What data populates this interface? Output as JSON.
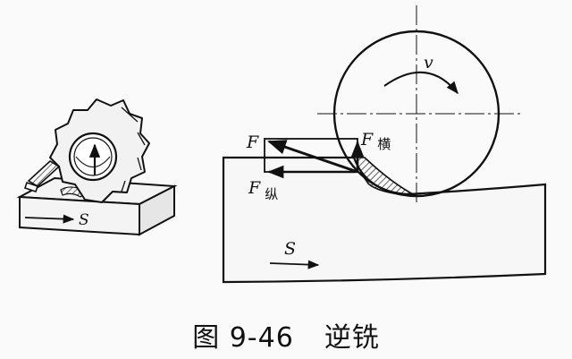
{
  "labels": {
    "s_left": "S",
    "s_right": "S",
    "v": "v",
    "f": "F",
    "f_heng_base": "F",
    "f_heng_sub": "横",
    "f_zong_base": "F",
    "f_zong_sub": "纵"
  },
  "caption": {
    "number": "图 9-46",
    "title": "逆铣"
  }
}
